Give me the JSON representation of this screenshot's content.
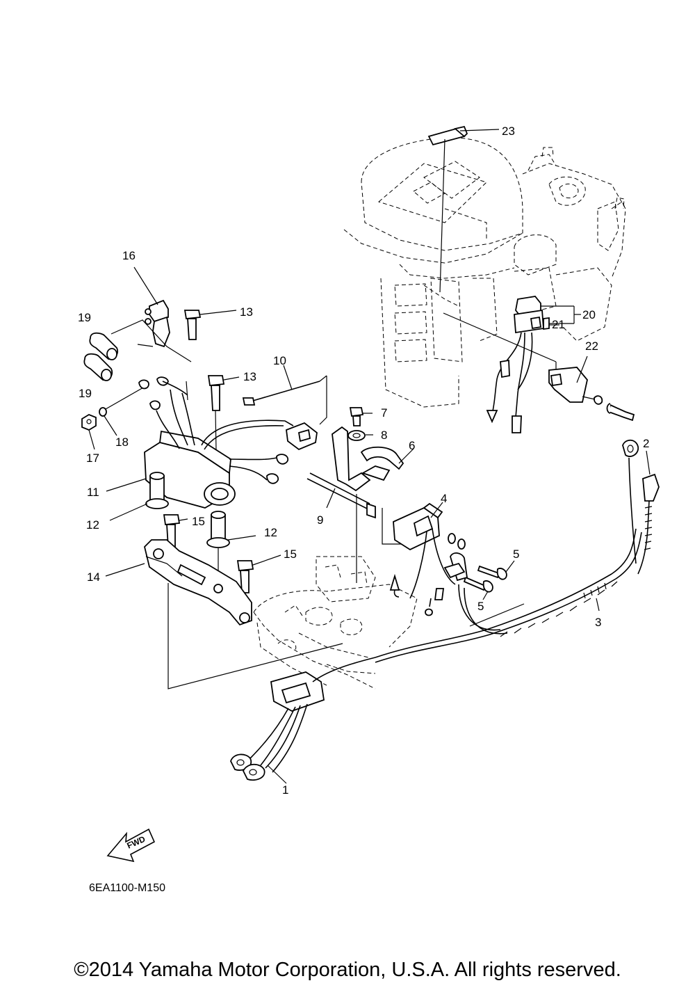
{
  "callouts": {
    "c1": "1",
    "c2": "2",
    "c3": "3",
    "c4": "4",
    "c5a": "5",
    "c5b": "5",
    "c6": "6",
    "c7": "7",
    "c8": "8",
    "c9": "9",
    "c10": "10",
    "c11": "11",
    "c12a": "12",
    "c12b": "12",
    "c13a": "13",
    "c13b": "13",
    "c14": "14",
    "c15a": "15",
    "c15b": "15",
    "c16": "16",
    "c17": "17",
    "c18": "18",
    "c19a": "19",
    "c19b": "19",
    "c20": "20",
    "c21": "21",
    "c22": "22",
    "c23": "23"
  },
  "fwd_label": "FWD",
  "diagram_code": "6EA1100-M150",
  "copyright": "©2014 Yamaha Motor Corporation, U.S.A. All rights reserved."
}
